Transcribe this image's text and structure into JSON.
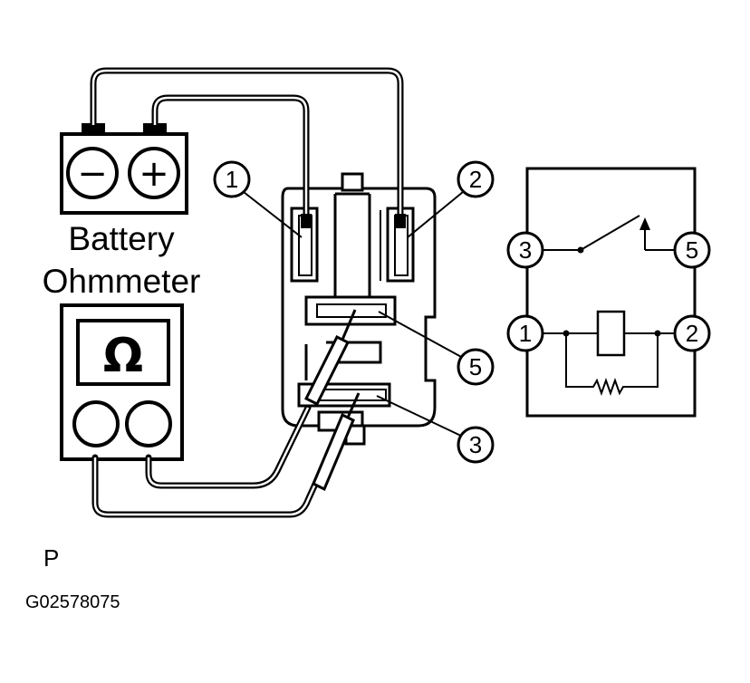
{
  "labels": {
    "battery": "Battery",
    "ohmmeter": "Ohmmeter",
    "omega": "Ω",
    "minus": "−",
    "plus": "+",
    "figure_letter": "P",
    "figure_code": "G02578075"
  },
  "relay_terminals": {
    "t1": "1",
    "t2": "2",
    "t3": "3",
    "t5": "5"
  },
  "schematic_terminals": {
    "t3": "3",
    "t5": "5",
    "t1": "1",
    "t2": "2"
  },
  "colors": {
    "ink": "#000000",
    "paper": "#ffffff"
  }
}
